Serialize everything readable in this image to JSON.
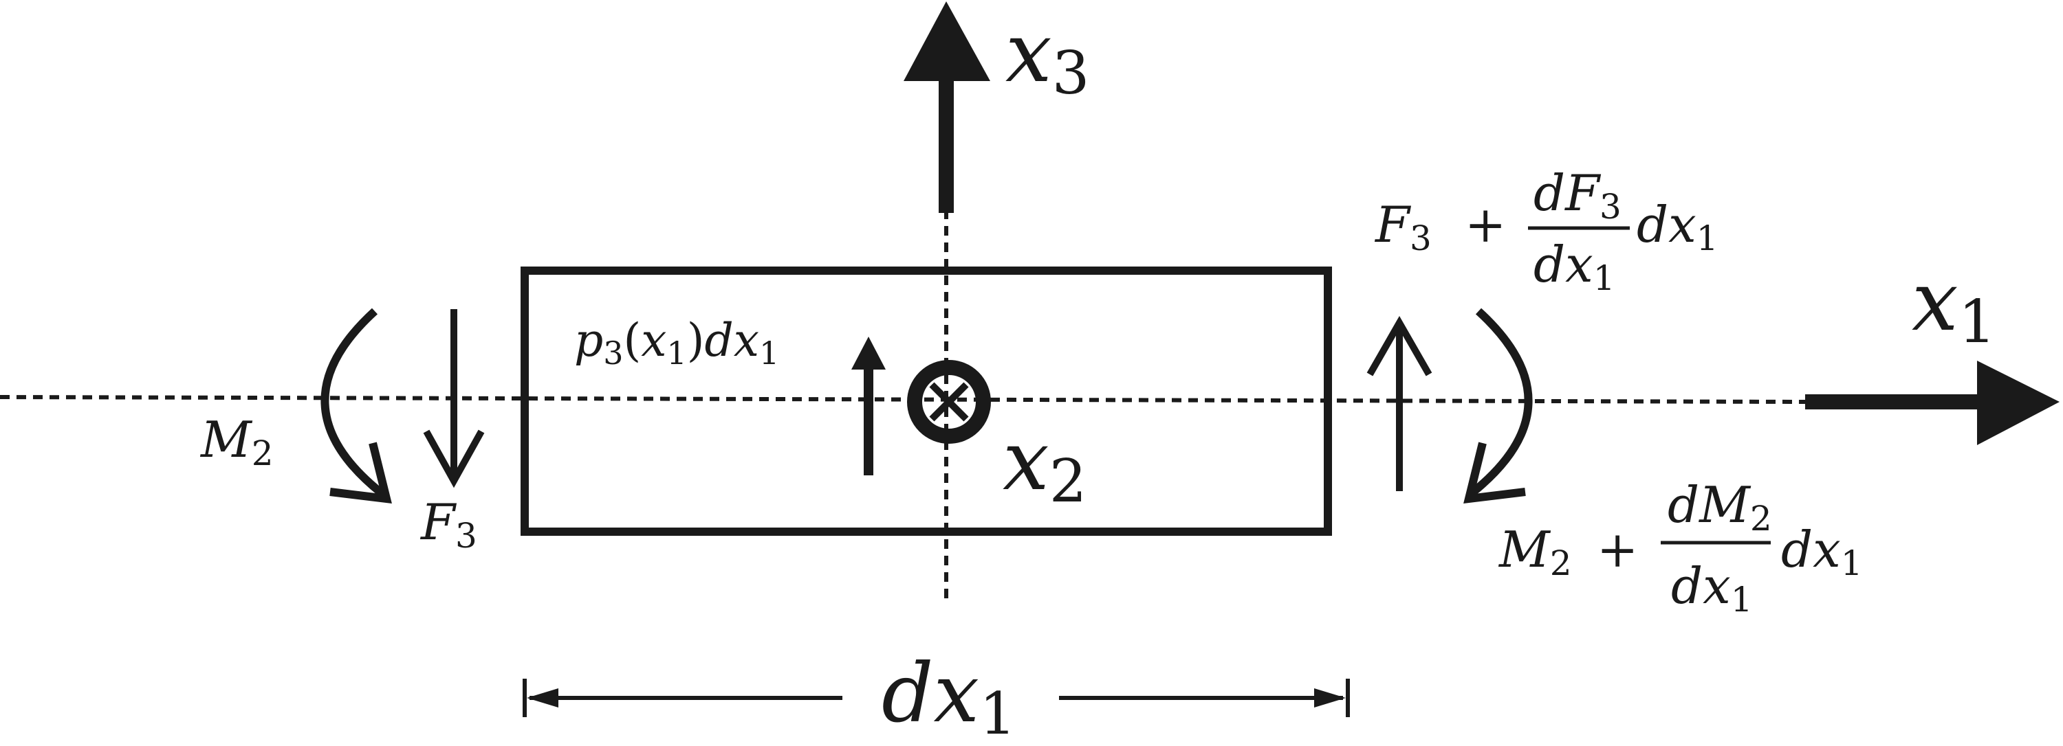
{
  "axes": {
    "x1": {
      "main": "x",
      "sub": "1"
    },
    "x2": {
      "main": "x",
      "sub": "2"
    },
    "x3": {
      "main": "x",
      "sub": "3"
    }
  },
  "dimension": {
    "main": "dx",
    "sub": "1"
  },
  "distributed_load": {
    "p": "p",
    "p_sub": "3",
    "arg_open": "(",
    "arg_var": "x",
    "arg_sub": "1",
    "arg_close": ")",
    "dx": "dx",
    "dx_sub": "1"
  },
  "left_moment": {
    "main": "M",
    "sub": "2"
  },
  "left_shear": {
    "main": "F",
    "sub": "3"
  },
  "right_shear": {
    "base_main": "F",
    "base_sub": "3",
    "plus": "+",
    "num_main": "dF",
    "num_sub": "3",
    "den_main": "dx",
    "den_sub": "1",
    "tail_main": "dx",
    "tail_sub": "1"
  },
  "right_moment": {
    "base_main": "M",
    "base_sub": "2",
    "plus": "+",
    "num_main": "dM",
    "num_sub": "2",
    "den_main": "dx",
    "den_sub": "1",
    "tail_main": "dx",
    "tail_sub": "1"
  }
}
